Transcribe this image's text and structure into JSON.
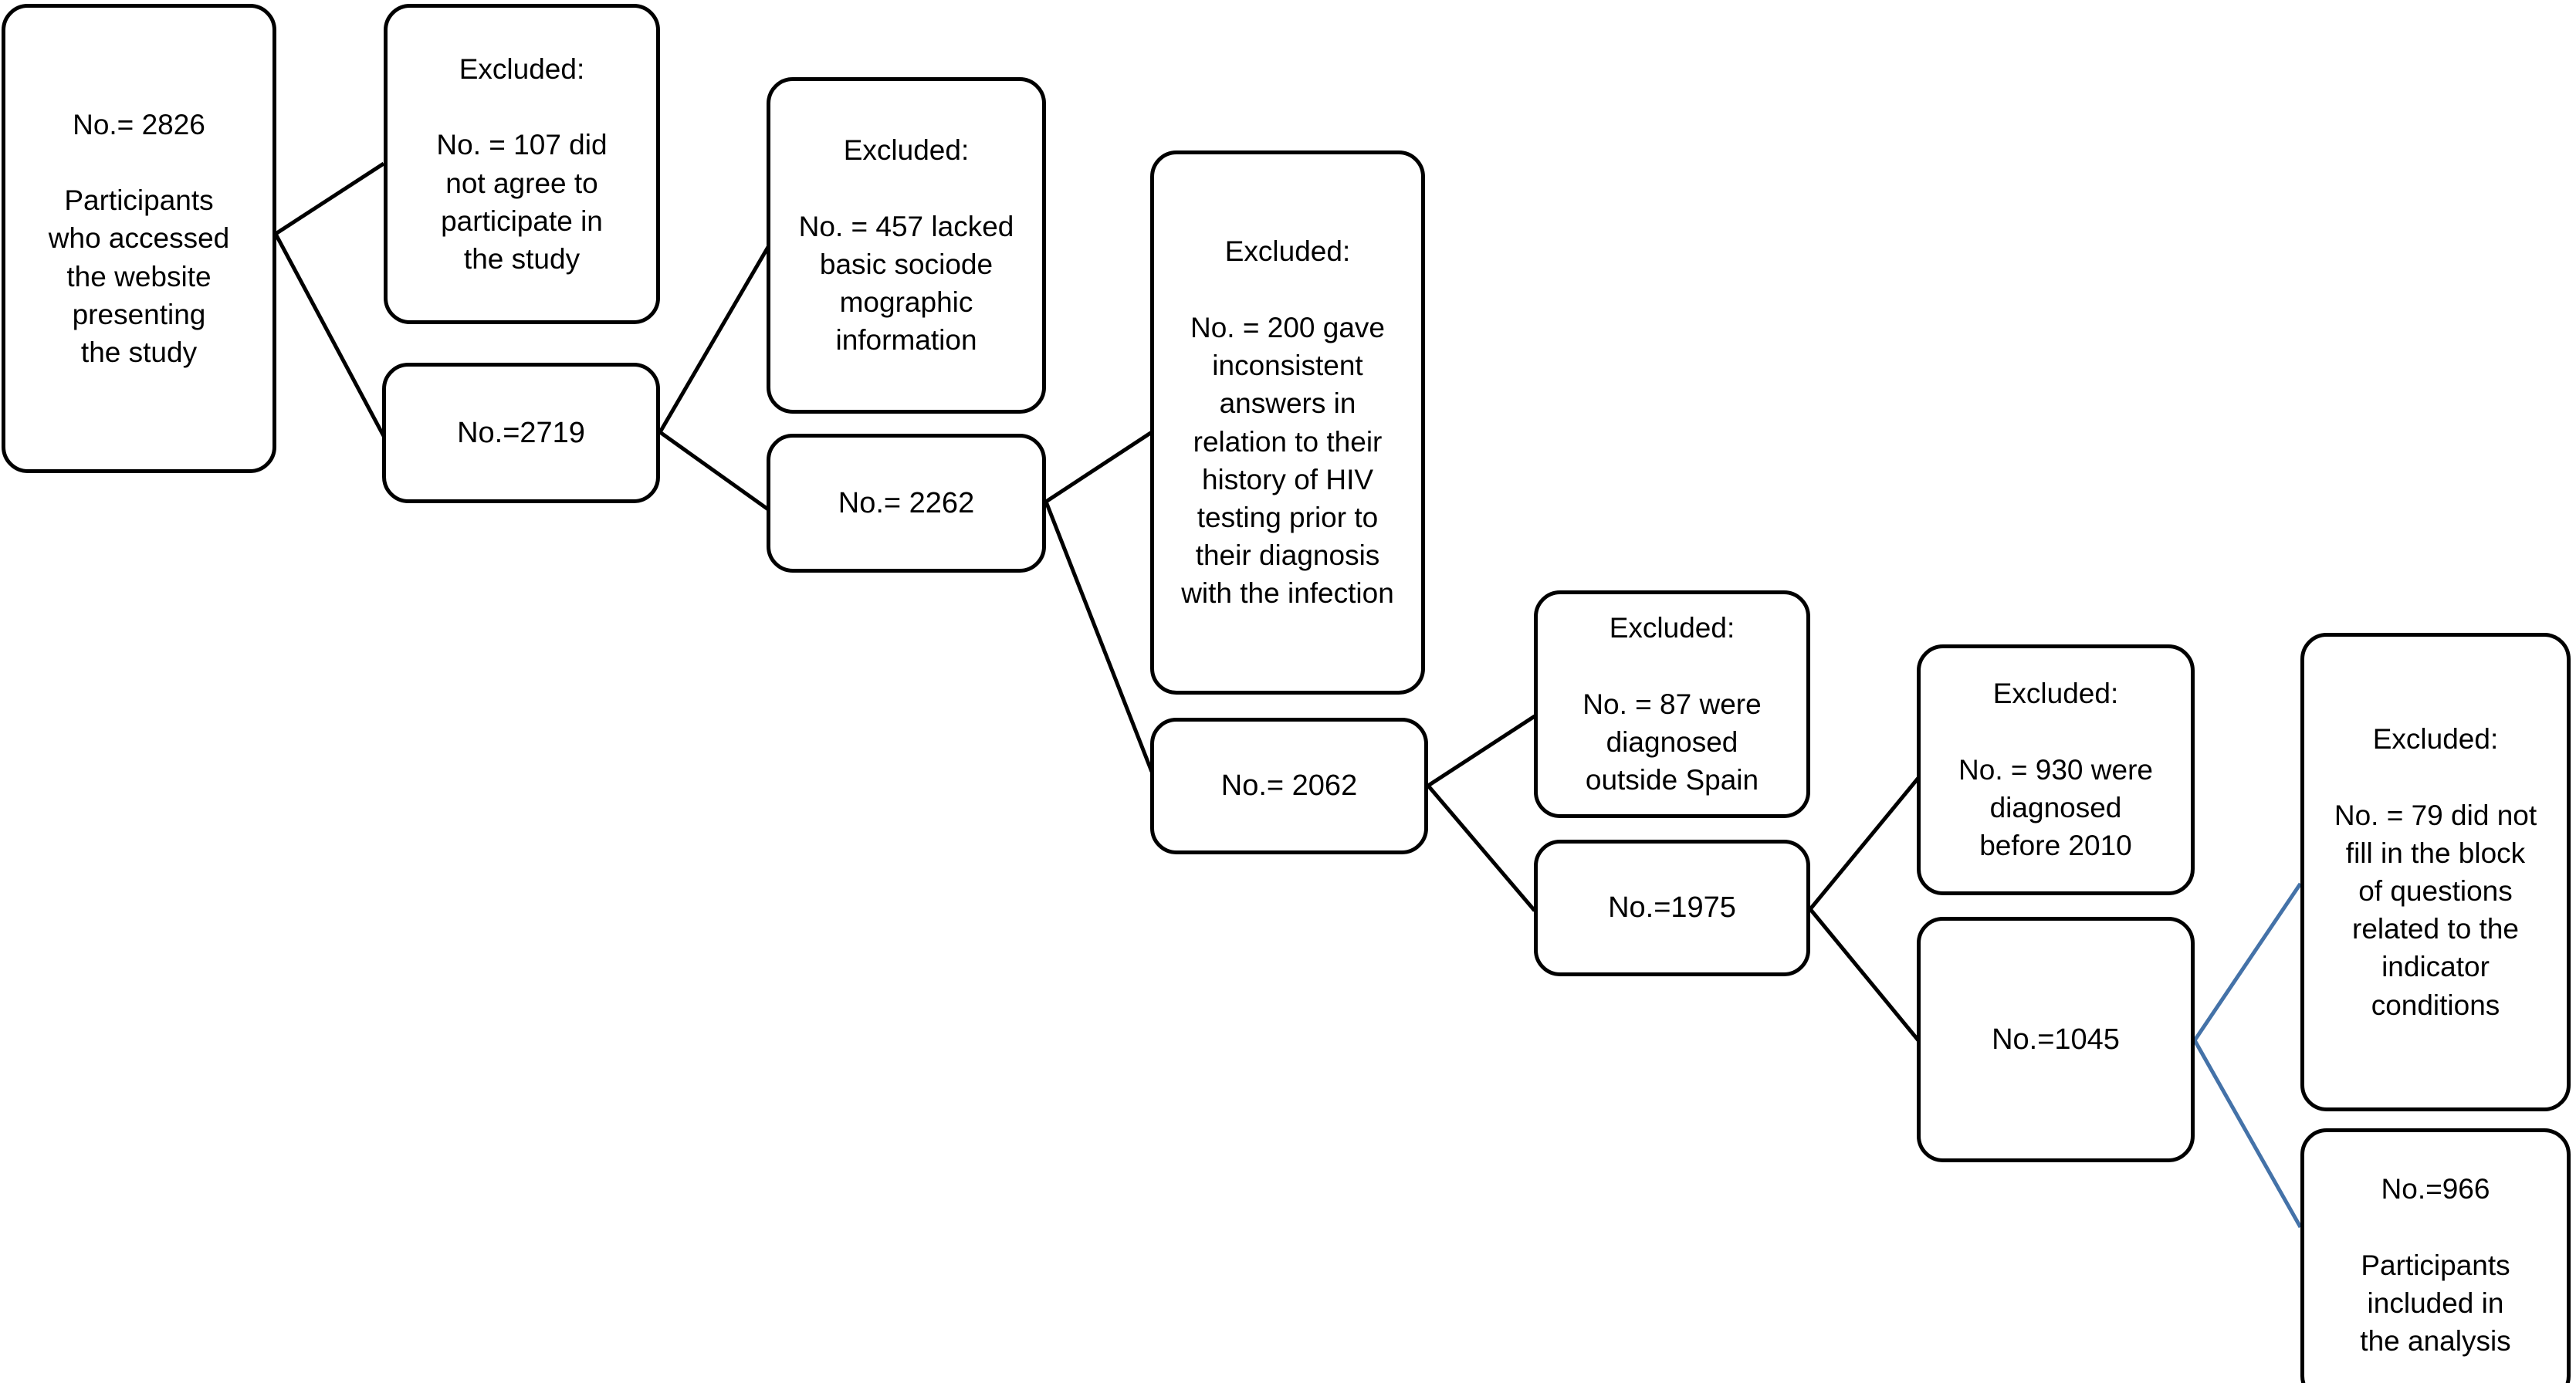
{
  "diagram": {
    "title": "Participant flow diagram",
    "line_color_primary": "#000000",
    "line_color_secondary": "#4472a8",
    "box_border_color": "#000000",
    "background": "#ffffff",
    "nodes": [
      {
        "id": "accessed",
        "kind": "flow",
        "text": "No.= 2826\n\nParticipants\nwho accessed\nthe website\npresenting\nthe study"
      },
      {
        "id": "excluded-107",
        "kind": "excluded",
        "text": "Excluded:\n\nNo. = 107 did\nnot agree to\nparticipate in\nthe study"
      },
      {
        "id": "n-2719",
        "kind": "flow",
        "text": "No.=2719"
      },
      {
        "id": "excluded-457",
        "kind": "excluded",
        "text": "Excluded:\n\nNo. = 457 lacked\nbasic sociode\nmographic\ninformation"
      },
      {
        "id": "n-2262",
        "kind": "flow",
        "text": "No.= 2262"
      },
      {
        "id": "excluded-200",
        "kind": "excluded",
        "text": "Excluded:\n\nNo. = 200 gave\ninconsistent\nanswers in\nrelation to their\nhistory of HIV\ntesting prior to\ntheir diagnosis\nwith the infection"
      },
      {
        "id": "n-2062",
        "kind": "flow",
        "text": "No.= 2062"
      },
      {
        "id": "excluded-87",
        "kind": "excluded",
        "text": "Excluded:\n\nNo. = 87 were\ndiagnosed\noutside Spain"
      },
      {
        "id": "n-1975",
        "kind": "flow",
        "text": "No.=1975"
      },
      {
        "id": "excluded-930",
        "kind": "excluded",
        "text": "Excluded:\n\nNo. = 930 were\ndiagnosed\nbefore 2010"
      },
      {
        "id": "n-1045",
        "kind": "flow",
        "text": "No.=1045"
      },
      {
        "id": "excluded-79",
        "kind": "excluded",
        "text": "Excluded:\n\nNo. = 79 did not\nfill in the block\nof questions\nrelated to the\nindicator\nconditions"
      },
      {
        "id": "n-966",
        "kind": "flow",
        "text": "No.=966\n\nParticipants\nincluded in\nthe analysis"
      }
    ]
  }
}
